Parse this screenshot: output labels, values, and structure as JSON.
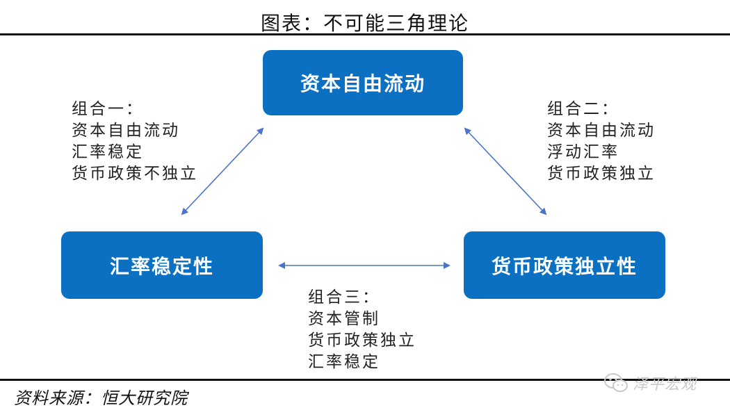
{
  "title": "图表：不可能三角理论",
  "nodes": {
    "top": "资本自由流动",
    "left": "汇率稳定性",
    "right": "货币政策独立性"
  },
  "combos": [
    {
      "lines": [
        "组合一：",
        "资本自由流动",
        "汇率稳定",
        "货币政策不独立"
      ]
    },
    {
      "lines": [
        "组合二：",
        "资本自由流动",
        "浮动汇率",
        "货币政策独立"
      ]
    },
    {
      "lines": [
        "组合三：",
        "资本管制",
        "货币政策独立",
        "汇率稳定"
      ]
    }
  ],
  "source": "资料来源：恒大研究院",
  "watermark": "泽平宏观",
  "colors": {
    "node_fill": "#0b70c2",
    "arrow": "#4a73c9"
  }
}
